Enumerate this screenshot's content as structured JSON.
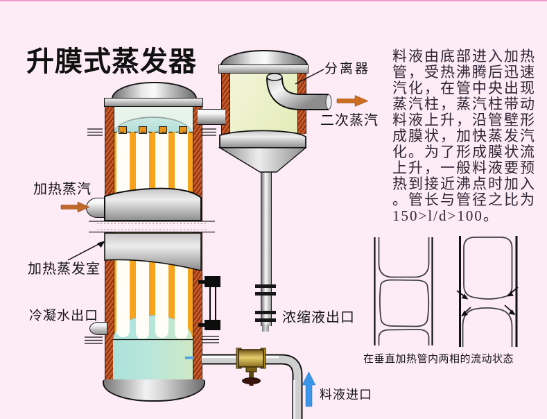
{
  "title": "升膜式蒸发器",
  "description_panel": {
    "text": "料液由底部进入加热\n管，受热沸腾后迅速\n汽化，在管中央出现\n蒸汽柱，蒸汽柱带动\n料液上升，沿管壁形\n成膜状，加快蒸发汽\n化。为了形成膜状流\n上升，一般料液要预\n热到接近沸点时加入\n。管长与管径之比为\n150>l/d>100。"
  },
  "labels": {
    "separator": "分离器",
    "secondary_steam": "二次蒸汽",
    "heating_steam": "加热蒸汽",
    "heating_chamber": "加热蒸发室",
    "condensate_outlet": "冷凝水出口",
    "concentrate_outlet": "浓缩液出口",
    "feed_inlet": "料液进口"
  },
  "flow_diagram": {
    "caption": "在垂直加热管内两相的流动状态"
  },
  "colors": {
    "background": "#fdebf6",
    "top_line": "#ec7cc3",
    "tube_orange": "#f7a41c",
    "wall_brick": "#b34a1e",
    "vapor_cyan": "#bfe7e0",
    "liquid_pool": "#b2e5dd",
    "separator_interior": "#ecf2c8",
    "steam_arrow": "#c0682a",
    "secondary_steam_arrow": "#cc6d1f",
    "feed_arrow": "#3a96e8",
    "metal_gray": "#c9c9c9"
  }
}
